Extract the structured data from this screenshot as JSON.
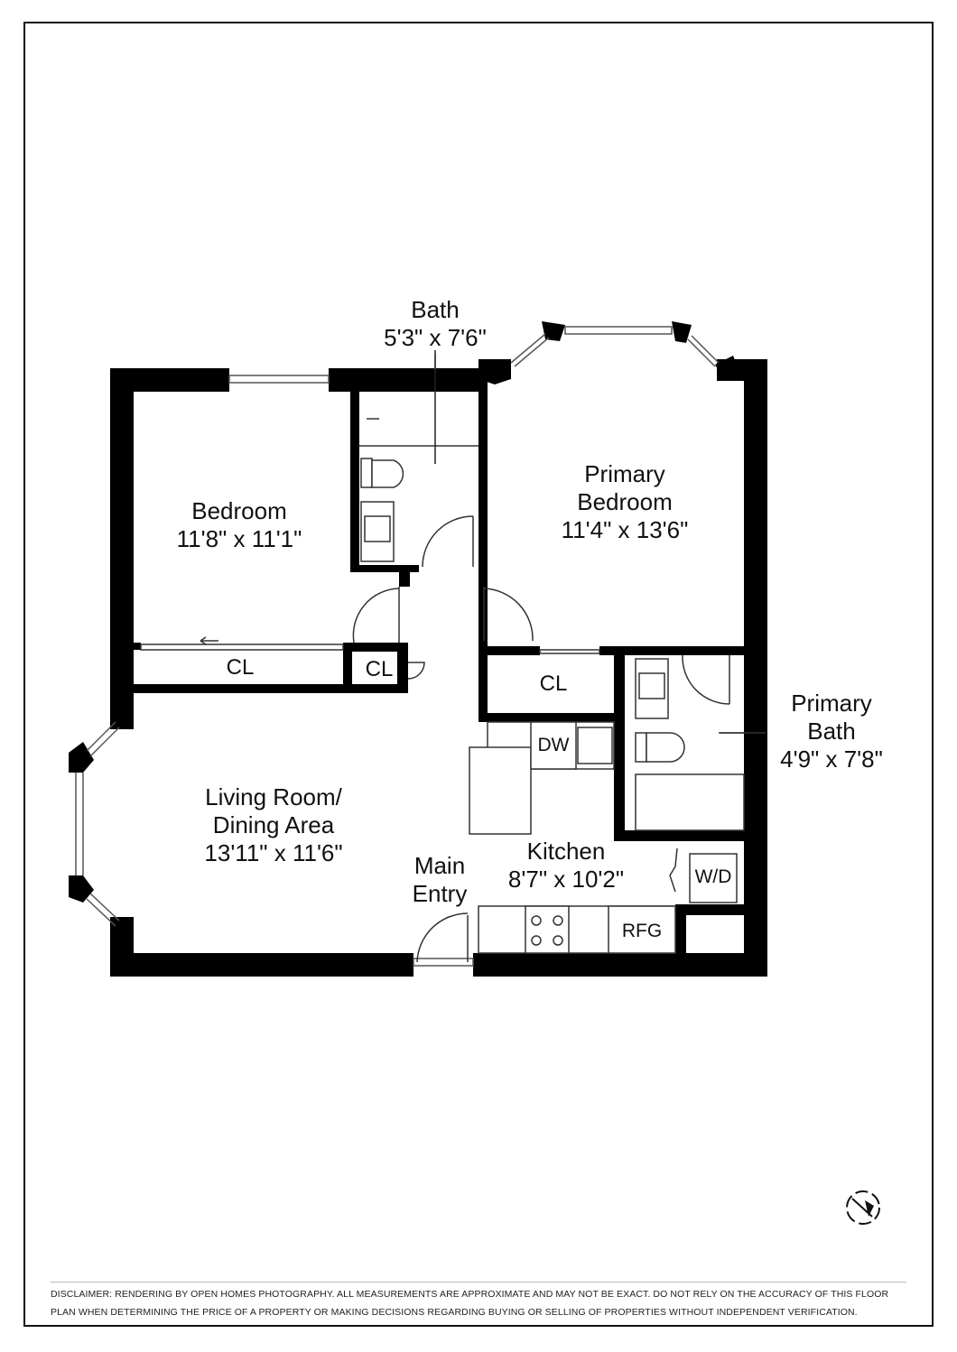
{
  "rooms": {
    "bath": {
      "name": "Bath",
      "size": "5'3\" x 7'6\""
    },
    "primary_bedroom": {
      "name_line1": "Primary",
      "name_line2": "Bedroom",
      "size": "11'4\" x 13'6\""
    },
    "bedroom": {
      "name": "Bedroom",
      "size": "11'8\" x 11'1\""
    },
    "living": {
      "name_line1": "Living Room/",
      "name_line2": "Dining Area",
      "size": "13'11\" x 11'6\""
    },
    "primary_bath": {
      "name_line1": "Primary",
      "name_line2": "Bath",
      "size": "4'9\" x 7'8\""
    },
    "kitchen": {
      "name": "Kitchen",
      "size": "8'7\" x 10'2\""
    },
    "main_entry": {
      "line1": "Main",
      "line2": "Entry"
    }
  },
  "fixtures": {
    "closet_bedroom": "CL",
    "closet_small": "CL",
    "closet_primary": "CL",
    "dishwasher": "DW",
    "washer_dryer": "W/D",
    "refrigerator": "RFG"
  },
  "compass_icon": "compass-icon",
  "disclaimer": "DISCLAIMER: RENDERING BY OPEN HOMES PHOTOGRAPHY. ALL MEASUREMENTS ARE APPROXIMATE AND MAY NOT BE EXACT. DO NOT RELY ON THE ACCURACY OF THIS FLOOR PLAN WHEN DETERMINING THE PRICE OF A PROPERTY OR MAKING DECISIONS REGARDING BUYING OR SELLING OF PROPERTIES WITHOUT INDEPENDENT VERIFICATION.",
  "colors": {
    "wall": "#000000",
    "fixture": "#333333",
    "background": "#ffffff"
  }
}
